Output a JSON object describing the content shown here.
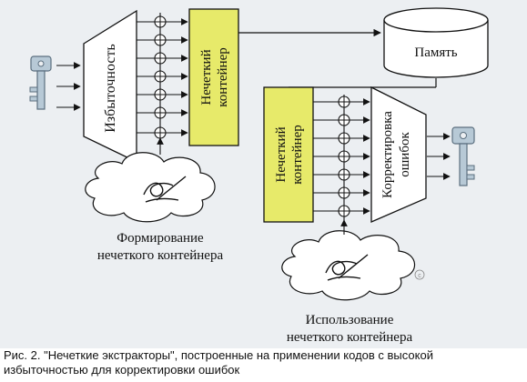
{
  "blocks": {
    "redundancy": "Избыточность",
    "fuzzy_container_1": [
      "Нечеткий",
      "контейнер"
    ],
    "memory": "Память",
    "fuzzy_container_2": [
      "Нечеткий",
      "контейнер"
    ],
    "error_correction": [
      "Корректировка",
      "ошибок"
    ]
  },
  "labels": {
    "formation": [
      "Формирование",
      "нечеткого контейнера"
    ],
    "usage": [
      "Использование",
      "нечеткого контейнера"
    ]
  },
  "caption": {
    "line1": "Рис. 2. \"Нечеткие экстракторы\", построенные на применении кодов с высокой",
    "line2": "избыточностью для корректировки ошибок"
  },
  "colors": {
    "container_fill": "#e7ea6a",
    "background": "#eceff2",
    "stroke": "#111111"
  },
  "icons": [
    "key-icon",
    "xor-icon",
    "cloud-icon",
    "signature-icon",
    "cylinder-icon"
  ]
}
